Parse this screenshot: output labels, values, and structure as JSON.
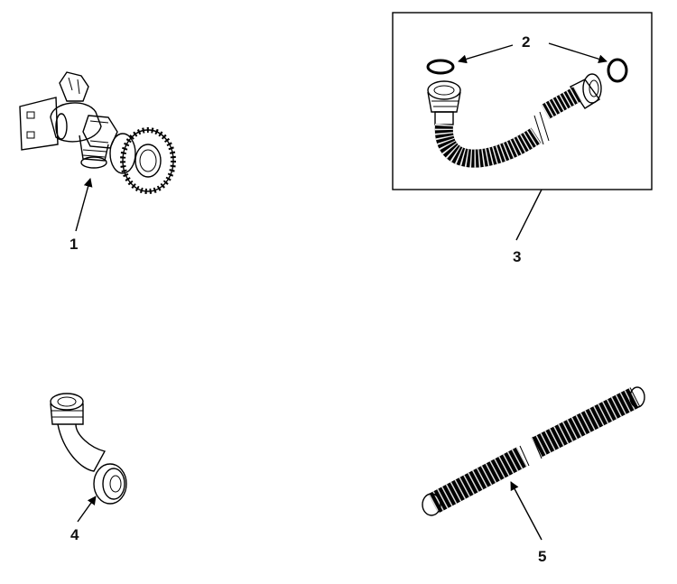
{
  "diagram": {
    "callouts": [
      "1",
      "2",
      "3",
      "4",
      "5"
    ]
  },
  "colors": {
    "ink": "#000000",
    "paper": "#ffffff"
  }
}
